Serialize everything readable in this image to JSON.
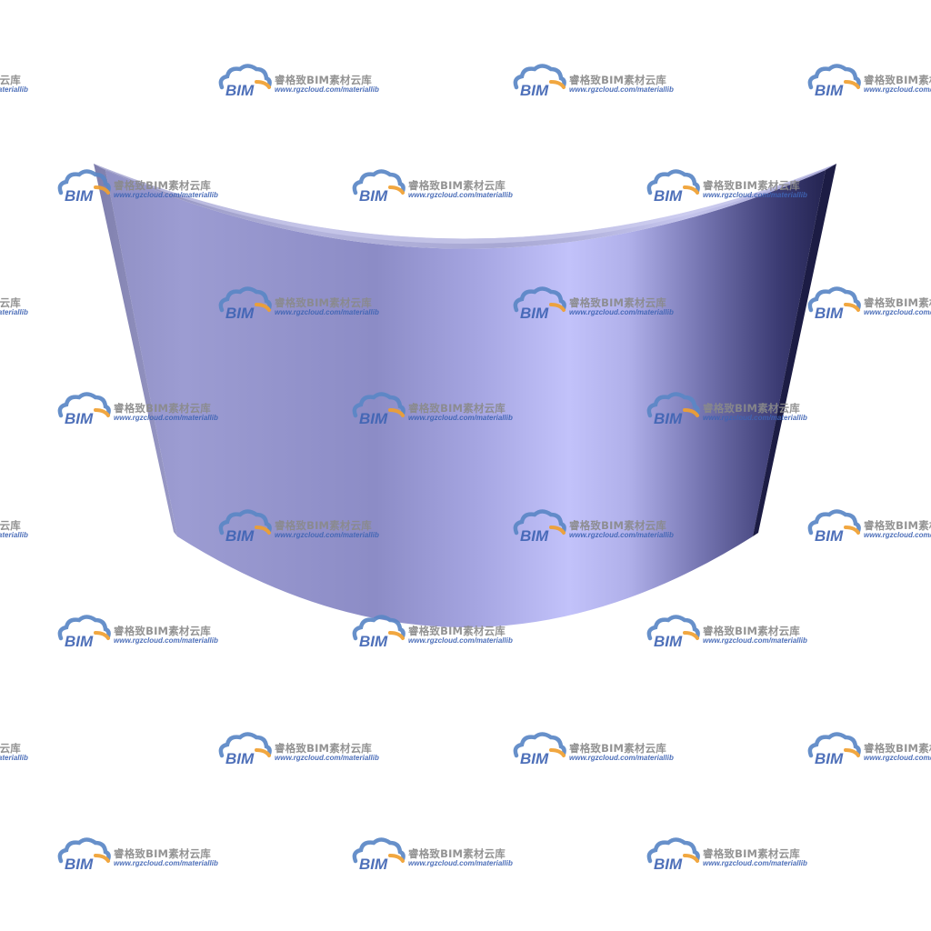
{
  "scene": {
    "object": "curved-wall-panel",
    "background_color": "#ffffff",
    "colors": {
      "highlight": "#c2c2fa",
      "base": "#9898d0",
      "left_edge": "#8c8cbe",
      "shadow": "#252552",
      "top_face": "#a9a9d6",
      "top_face_light": "#c8c8ec"
    }
  },
  "watermark": {
    "name": "睿格致BIM素材云库",
    "url": "www.rgzcloud.com/materiallib",
    "logo_text": "BIM",
    "logo_icon": "cloud-icon",
    "colors": {
      "cloud": "#5b87c6",
      "accent": "#f0a030",
      "logo_text": "#3f64b4",
      "name_text": "#8a8a8a"
    }
  }
}
